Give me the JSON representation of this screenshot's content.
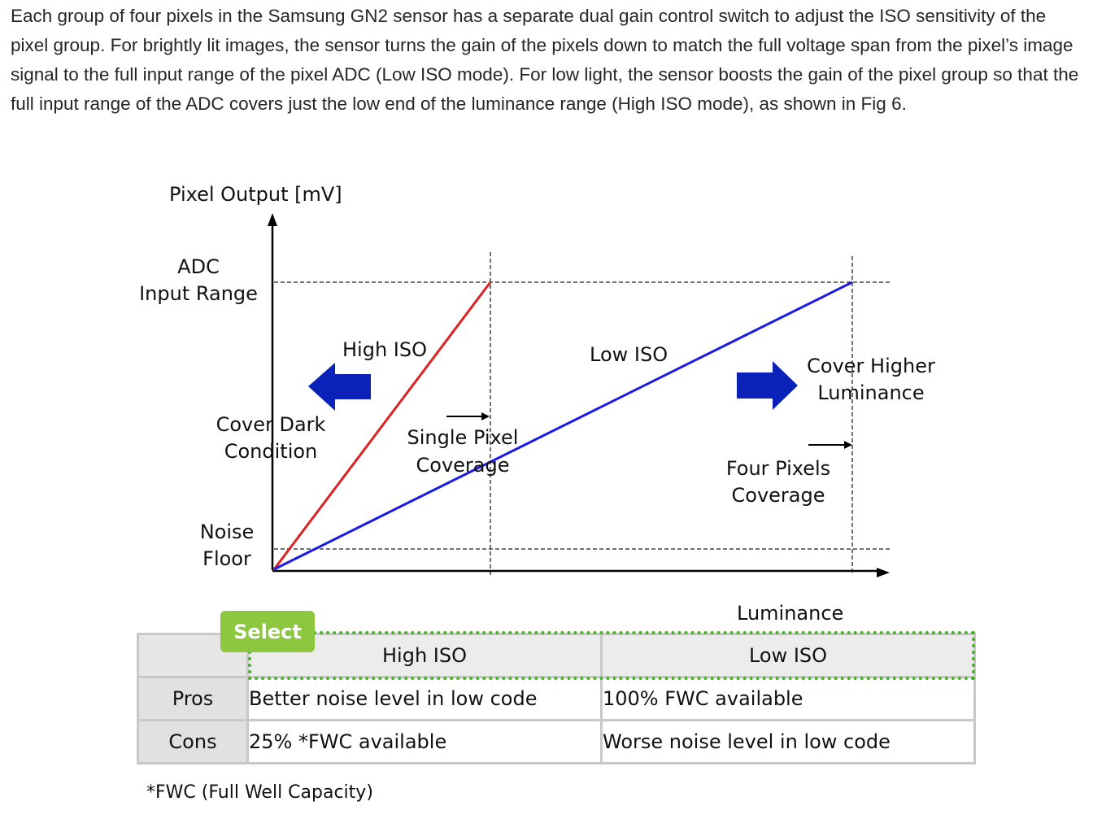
{
  "article": {
    "paragraph": "Each group of four pixels in the Samsung GN2 sensor has a separate dual gain control switch to adjust the ISO sensitivity of the pixel group. For brightly lit images, the sensor turns the gain of the pixels down to match the full voltage span from the pixel’s image signal to the full input range of the pixel ADC (Low ISO mode). For low light, the sensor boosts the gain of the pixel group so that the full input range of the ADC covers just the low end of the luminance range (High ISO mode), as shown in Fig 6."
  },
  "figure": {
    "y_axis_label": "Pixel Output [mV]",
    "x_axis_label": "Luminance",
    "adc_label_line1": "ADC",
    "adc_label_line2": "Input Range",
    "noise_label_line1": "Noise",
    "noise_label_line2": "Floor",
    "high_iso_label": "High ISO",
    "low_iso_label": "Low ISO",
    "dark_label_line1": "Cover Dark",
    "dark_label_line2": "Condition",
    "higher_label_line1": "Cover Higher",
    "higher_label_line2": "Luminance",
    "single_label_line1": "Single Pixel",
    "single_label_line2": "Coverage",
    "four_label_line1": "Four Pixels",
    "four_label_line2": "Coverage",
    "colors": {
      "high_iso_line": "#dd2222",
      "low_iso_line": "#1a1ae6",
      "block_arrow": "#0b22b8",
      "select_green": "#8dc63f",
      "select_border": "#4caf2a"
    },
    "icons": [
      "left-block-arrow-icon",
      "right-block-arrow-icon",
      "small-right-arrow-icon"
    ]
  },
  "table": {
    "select_label": "Select",
    "headers": [
      "High ISO",
      "Low ISO"
    ],
    "rows": [
      {
        "label": "Pros",
        "high": "Better noise level in low code",
        "low": "100% FWC available"
      },
      {
        "label": "Cons",
        "high": "25% *FWC available",
        "low": "Worse noise level in low code"
      }
    ],
    "footnote": "*FWC (Full Well Capacity)"
  }
}
